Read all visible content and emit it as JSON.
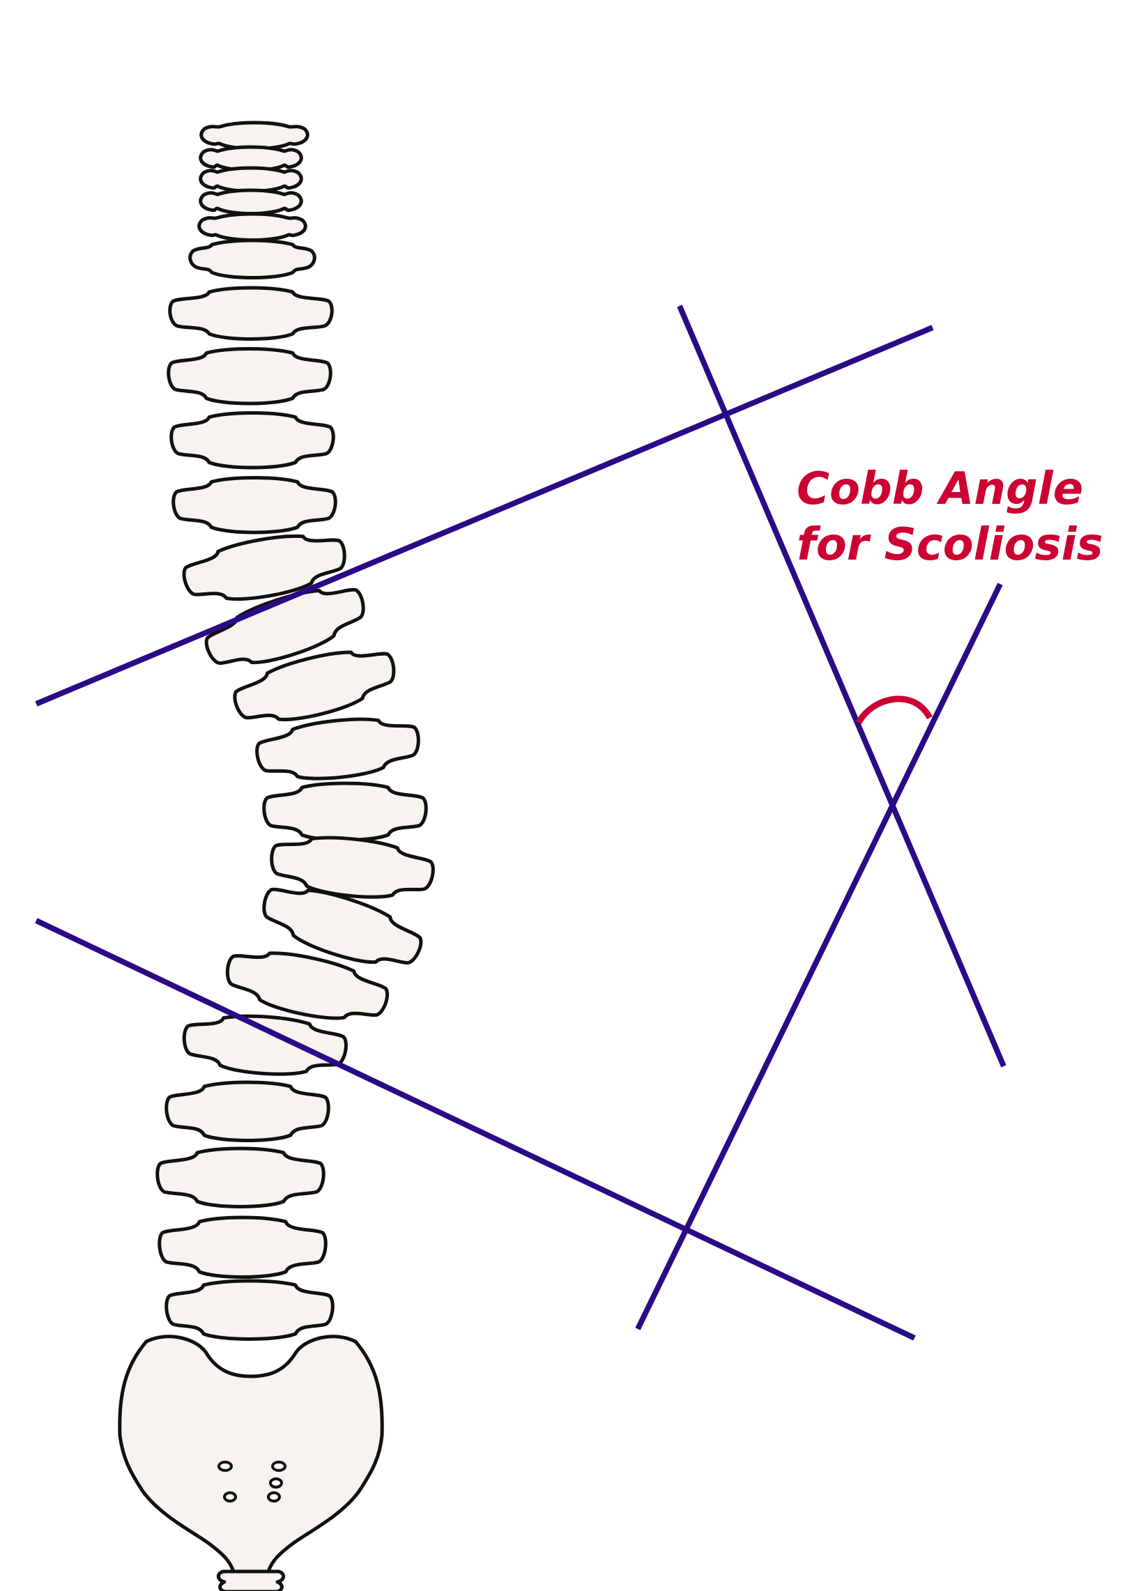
{
  "diagram": {
    "label_line1": "Cobb Angle",
    "label_line2": "for Scoliosis",
    "colors": {
      "measure_lines": "#2a0a86",
      "angle_arc": "#cc0033",
      "label": "#cc0033",
      "bone_fill": "#f7f4ef",
      "bone_outline": "#111111"
    },
    "icons": [
      "spine-illustration",
      "sacrum-shape",
      "angle-arc"
    ]
  }
}
